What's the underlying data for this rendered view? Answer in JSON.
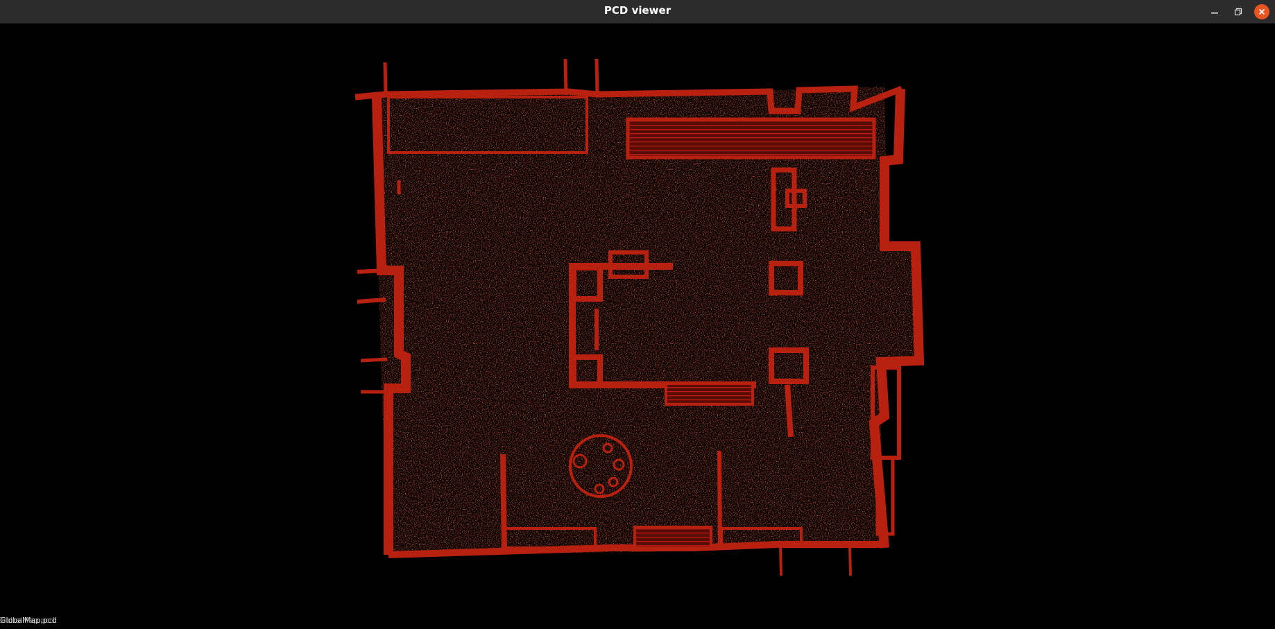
{
  "window": {
    "title": "PCD viewer",
    "buttons": {
      "minimize": "minimize-icon",
      "maximize": "restore-icon",
      "close": "close-icon"
    },
    "close_color": "#e95420"
  },
  "viewer": {
    "background": "#000000",
    "point_color": "#b31a0e",
    "cloud_labels": [
      "GlobalMap.pcd",
      "GlobalMap.pcd"
    ]
  }
}
